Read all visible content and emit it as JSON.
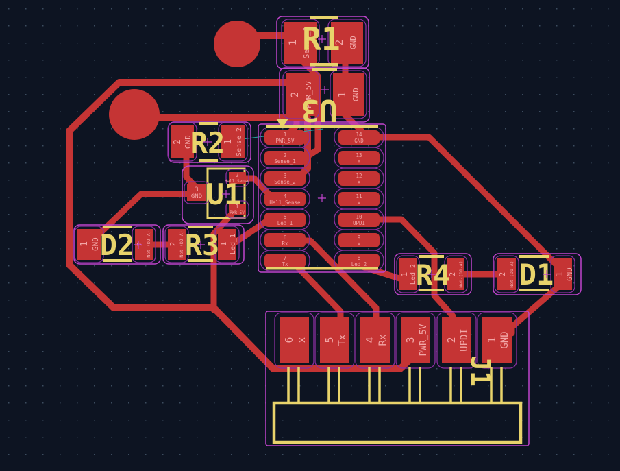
{
  "canvas": {
    "kind": "pcb-layout-editor-canvas"
  },
  "colors": {
    "background": "#0d1422",
    "copper": "#c53434",
    "silkscreen": "#e8d36b",
    "courtyard": "#c044cc",
    "ring": "#8b2fa0",
    "pad_text": "#f2a6a6",
    "ratsnest": "#2aa8a8",
    "grid_dot": "#3c4c5f"
  },
  "components": {
    "r1": {
      "ref": "R1",
      "pads": [
        {
          "num": "1",
          "net": "Sense_1"
        },
        {
          "num": "2",
          "net": "GND"
        }
      ]
    },
    "c1": {
      "pads": [
        {
          "num": "2",
          "net": "PWR_5V"
        },
        {
          "num": "1",
          "net": "GND"
        }
      ]
    },
    "r2": {
      "ref": "R2",
      "pads": [
        {
          "num": "2",
          "net": "GND"
        },
        {
          "num": "1",
          "net": "Sense_2"
        }
      ]
    },
    "u1": {
      "ref": "U1",
      "pads": [
        {
          "num": "3",
          "net": "GND"
        },
        {
          "num": "2",
          "net": "Hall_Sense"
        },
        {
          "num": "1",
          "net": "PWR_5V"
        }
      ]
    },
    "u3": {
      "ref": "U3",
      "left_pads": [
        {
          "num": "1",
          "net": "PWR_5V"
        },
        {
          "num": "2",
          "net": "Sense_1"
        },
        {
          "num": "3",
          "net": "Sense_2"
        },
        {
          "num": "4",
          "net": "Hall_Sense"
        },
        {
          "num": "5",
          "net": "Led_1"
        },
        {
          "num": "6",
          "net": "Rx"
        },
        {
          "num": "7",
          "net": "Tx"
        }
      ],
      "right_pads": [
        {
          "num": "14",
          "net": "GND"
        },
        {
          "num": "13",
          "net": "x"
        },
        {
          "num": "12",
          "net": "x"
        },
        {
          "num": "11",
          "net": "x"
        },
        {
          "num": "10",
          "net": "UPDI"
        },
        {
          "num": "9",
          "net": "x"
        },
        {
          "num": "8",
          "net": "Led_2"
        }
      ]
    },
    "d2": {
      "ref": "D2",
      "pads": [
        {
          "num": "1",
          "net": "GND"
        },
        {
          "num": "2",
          "net": "Net-(D2-A)"
        }
      ]
    },
    "r3": {
      "ref": "R3",
      "pads": [
        {
          "num": "2",
          "net": "Net-(D2-A)"
        },
        {
          "num": "1",
          "net": "Led_1"
        }
      ]
    },
    "r4": {
      "ref": "R4",
      "pads": [
        {
          "num": "1",
          "net": "Led_2"
        },
        {
          "num": "2",
          "net": "Net-(D1-A)"
        }
      ]
    },
    "d1": {
      "ref": "D1",
      "pads": [
        {
          "num": "2",
          "net": "Net-(D1-A)"
        },
        {
          "num": "1",
          "net": "GND"
        }
      ]
    },
    "j1": {
      "ref": "J1",
      "pads": [
        {
          "num": "6",
          "net": "x"
        },
        {
          "num": "5",
          "net": "Tx"
        },
        {
          "num": "4",
          "net": "Rx"
        },
        {
          "num": "3",
          "net": "PWR_5V"
        },
        {
          "num": "2",
          "net": "UPDI"
        },
        {
          "num": "1",
          "net": "GND"
        }
      ]
    }
  }
}
